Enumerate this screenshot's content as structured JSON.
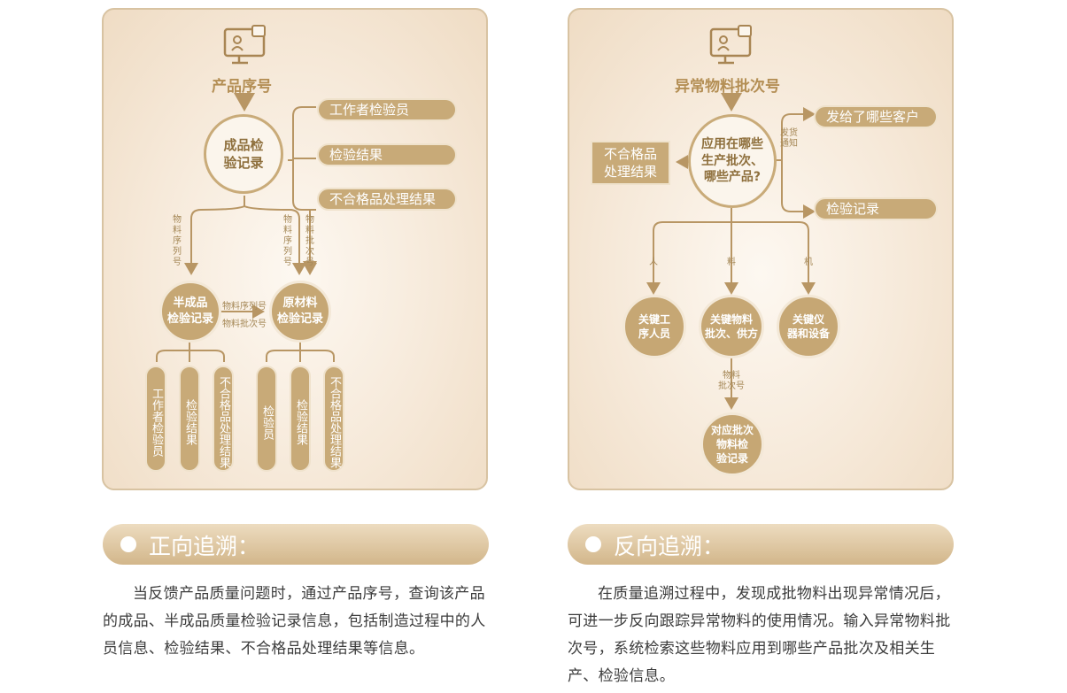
{
  "forward": {
    "icon": "monitor-user-icon",
    "title": "产品序号",
    "center": "成品检\n验记录",
    "outputs": [
      "工作者检验员",
      "检验结果",
      "不合格品处理结果"
    ],
    "edge_left": "物\n料\n序\n列\n号",
    "edge_mid": "物\n料\n序\n列\n号",
    "edge_right": "物\n料\n批\n次\n号",
    "semi": "半成品\n检验记录",
    "raw": "原材料\n检验记录",
    "link_top": "物料序列号",
    "link_bottom": "物料批次号",
    "semi_items": [
      "工作者检验员",
      "检验结果",
      "不合格品处理结果"
    ],
    "raw_items": [
      "检验员",
      "检验结果",
      "不合格品处理结果"
    ]
  },
  "reverse": {
    "icon": "monitor-user-icon",
    "title": "异常物料批次号",
    "center": "应用在哪些\n生产批次、\n哪些产品?",
    "left_box": "不合格品\n处理结果",
    "top_right": "发给了哪些客户",
    "top_right_note": "发货\n通知",
    "bottom_right": "检验记录",
    "branch_labels": [
      "人",
      "料",
      "机"
    ],
    "nodes": [
      "关键工\n序人员",
      "关键物料\n批次、供方",
      "关键仪\n器和设备"
    ],
    "sub_label": "物料\n批次号",
    "sub_node": "对应批次\n物料检\n验记录"
  },
  "sections": {
    "left_heading": "正向追溯：",
    "right_heading": "反向追溯：",
    "left_text": "当反馈产品质量问题时，通过产品序号，查询该产品的成品、半成品质量检验记录信息，包括制造过程中的人员信息、检验结果、不合格品处理结果等信息。",
    "right_text": "在质量追溯过程中，发现成批物料出现异常情况后，可进一步反向跟踪异常物料的使用情况。输入异常物料批次号，系统检索这些物料应用到哪些产品批次及相关生产、检验信息。"
  }
}
